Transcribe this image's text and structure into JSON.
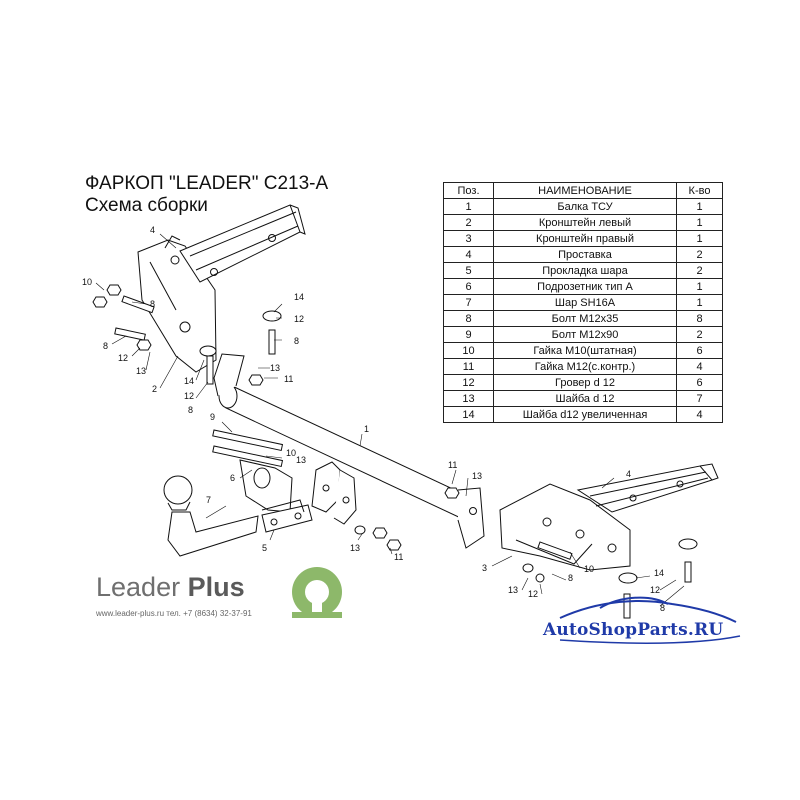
{
  "title": {
    "line1": "ФАРКОП \"LEADER\" C213-A",
    "line2": "Схема сборки"
  },
  "parts_table": {
    "headers": [
      "Поз.",
      "НАИМЕНОВАНИЕ",
      "К-во"
    ],
    "rows": [
      [
        "1",
        "Балка ТСУ",
        "1"
      ],
      [
        "2",
        "Кронштейн левый",
        "1"
      ],
      [
        "3",
        "Кронштейн правый",
        "1"
      ],
      [
        "4",
        "Проставка",
        "2"
      ],
      [
        "5",
        "Прокладка шара",
        "2"
      ],
      [
        "6",
        "Подрозетник тип А",
        "1"
      ],
      [
        "7",
        "Шар SH16A",
        "1"
      ],
      [
        "8",
        "Болт М12х35",
        "8"
      ],
      [
        "9",
        "Болт М12х90",
        "2"
      ],
      [
        "10",
        "Гайка М10(штатная)",
        "6"
      ],
      [
        "11",
        "Гайка М12(с.контр.)",
        "4"
      ],
      [
        "12",
        "Гровер d 12",
        "6"
      ],
      [
        "13",
        "Шайба d 12",
        "7"
      ],
      [
        "14",
        "Шайба d12 увеличенная",
        "4"
      ]
    ]
  },
  "callouts": {
    "c4a": "4",
    "c10a": "10",
    "c8a": "8",
    "c8b": "8",
    "c12a": "12",
    "c13a": "13",
    "c2": "2",
    "c14a": "14",
    "c12b": "12",
    "c8c": "8",
    "c14b": "14",
    "c12c": "12",
    "c8d": "8",
    "c13b": "13",
    "c11a": "11",
    "c1": "1",
    "c9": "9",
    "c10b": "10",
    "c13c": "13",
    "c6": "6",
    "c7": "7",
    "c5": "5",
    "c13d": "13",
    "c11b": "11",
    "c11c": "11",
    "c13e": "13",
    "c4b": "4",
    "c3": "3",
    "c10c": "10",
    "c8e": "8",
    "c13f": "13",
    "c12d": "12",
    "c14c": "14",
    "c12e": "12",
    "c8f": "8"
  },
  "brand": {
    "name": "Leader",
    "name_bold": "Plus",
    "contact": "www.leader-plus.ru   тел. +7 (8634) 32-37-91",
    "logo_color": "#8db86a"
  },
  "watermark": {
    "text": "AutoShopParts.RU",
    "color": "#1f3aa8"
  }
}
